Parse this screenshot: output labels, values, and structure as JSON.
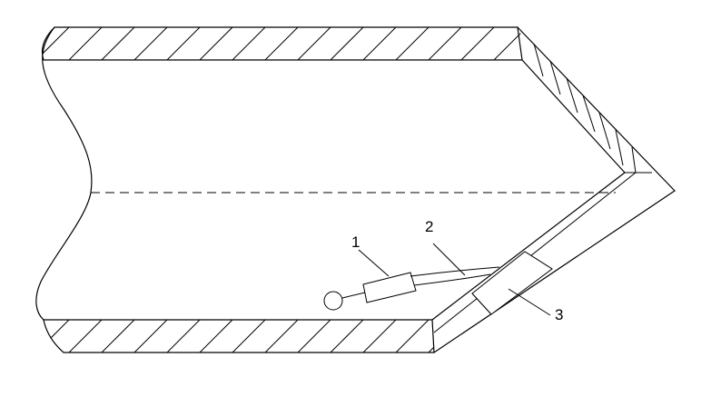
{
  "diagram": {
    "line_color": "#000000",
    "background_color": "#ffffff",
    "callouts": [
      {
        "id": "1",
        "text": "1"
      },
      {
        "id": "2",
        "text": "2"
      },
      {
        "id": "3",
        "text": "3"
      }
    ]
  }
}
